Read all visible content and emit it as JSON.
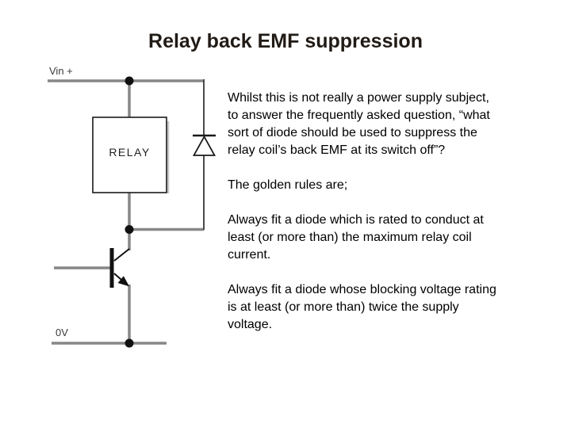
{
  "slide": {
    "title": "Relay back EMF suppression",
    "background_color": "#ffffff",
    "title_color": "#211b16",
    "body_text_color": "#000000"
  },
  "circuit": {
    "labels": {
      "supply": "Vin +",
      "relay": "RELAY",
      "ground": "0V"
    },
    "wire_color": "#878787",
    "symbol_color": "#1a1a1a",
    "components": [
      "relay-coil-box",
      "flyback-diode",
      "npn-transistor"
    ]
  },
  "paragraphs": [
    {
      "lines": [
        "Whilst this is not really a power supply subject,",
        "to answer the frequently asked question, “what",
        "sort of diode should be used to suppress the",
        "relay coil’s back EMF at its switch off”?"
      ]
    },
    {
      "lines": [
        "The golden rules are;"
      ]
    },
    {
      "lines": [
        "Always fit a diode which is rated to conduct at",
        "least (or more than) the maximum relay coil",
        "current."
      ]
    },
    {
      "lines": [
        "Always fit a diode whose blocking voltage rating",
        "is at least (or more than) twice the supply",
        "voltage."
      ]
    }
  ]
}
